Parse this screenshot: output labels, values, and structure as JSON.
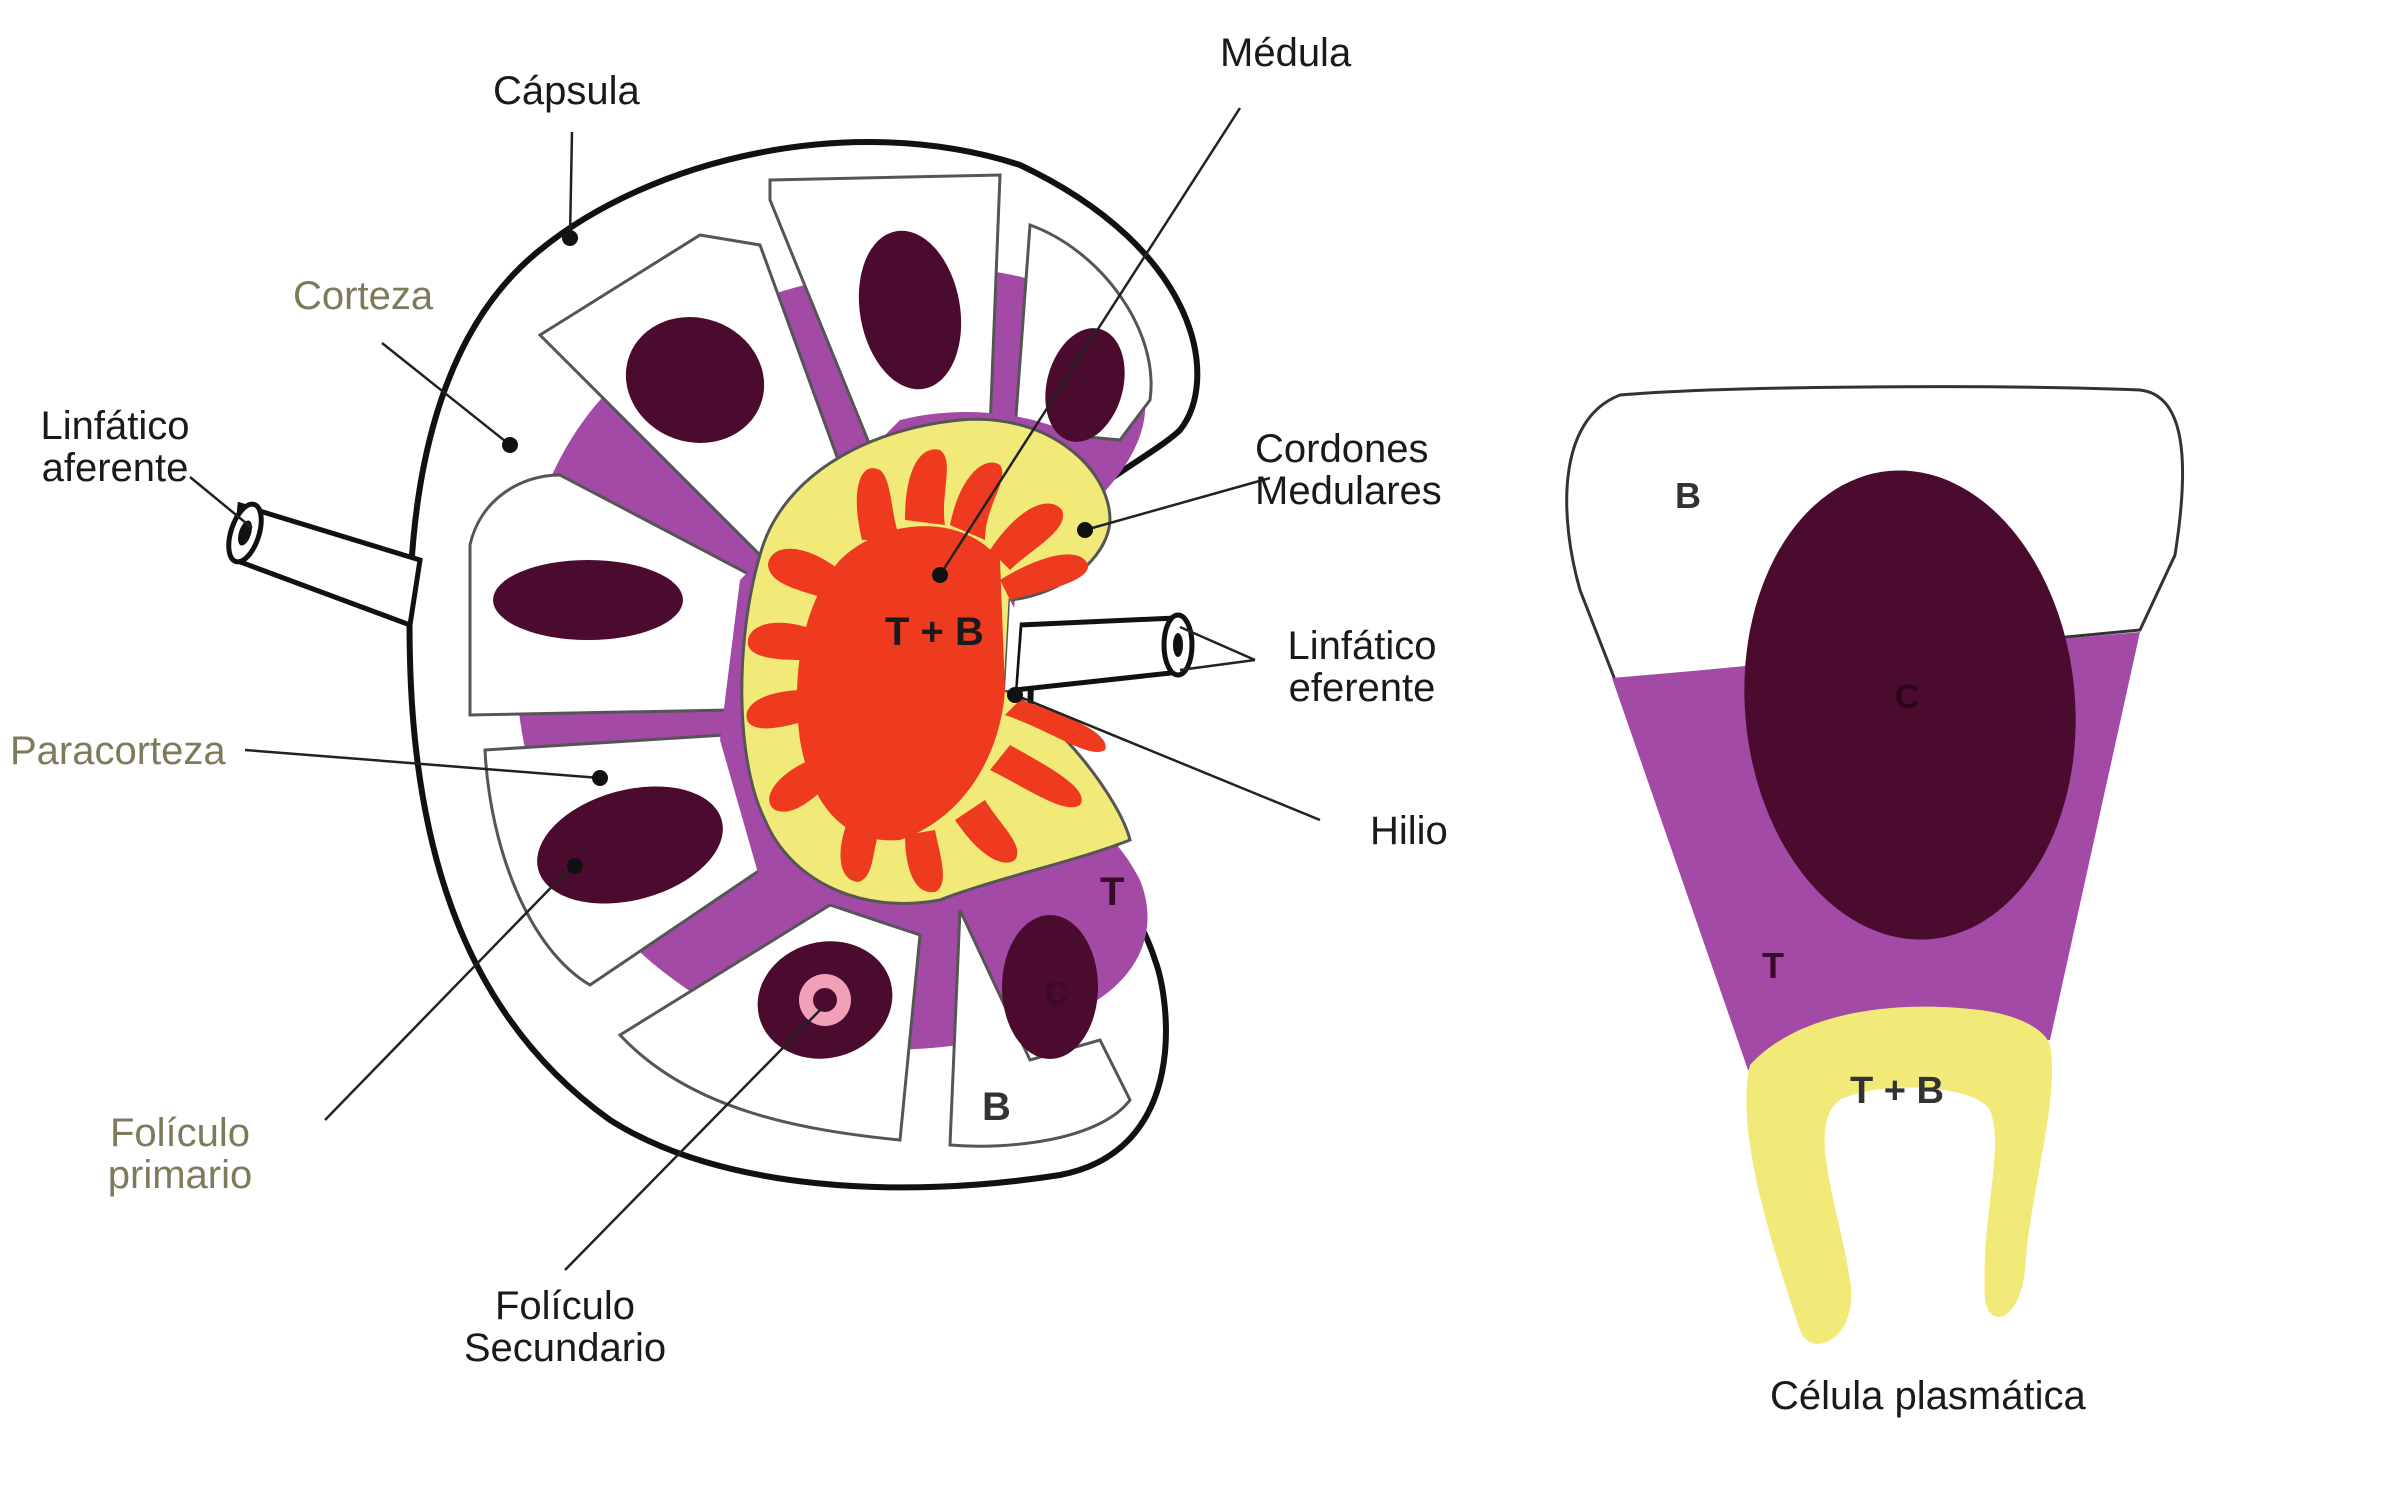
{
  "node_labels": {
    "capsula": "Cápsula",
    "medula": "Médula",
    "corteza": "Corteza",
    "linfatico_aferente": [
      "Linfático",
      "aferente"
    ],
    "cordones_medulares": [
      "Cordones",
      "Medulares"
    ],
    "linfatico_eferente": [
      "Linfático",
      "eferente"
    ],
    "paracorteza": "Paracorteza",
    "hilio": "Hilio",
    "foliculo_primario": [
      "Folículo",
      "primario"
    ],
    "foliculo_secundario": [
      "Folículo",
      "Secundario"
    ]
  },
  "node_inner_labels": {
    "tb": "T + B",
    "t": "T",
    "b": "B",
    "c": "C"
  },
  "plasma_cell": {
    "caption": "Célula plasmática",
    "b": "B",
    "c": "C",
    "t": "T",
    "tb": "T + B"
  },
  "colors": {
    "follicle": "#4a0b2e",
    "paracortex": "#a34aa6",
    "medullary_cords": "#f2ea78",
    "medulla": "#ee3b1f",
    "outline": "#111111",
    "germinal_center": "#f0a0b8"
  }
}
